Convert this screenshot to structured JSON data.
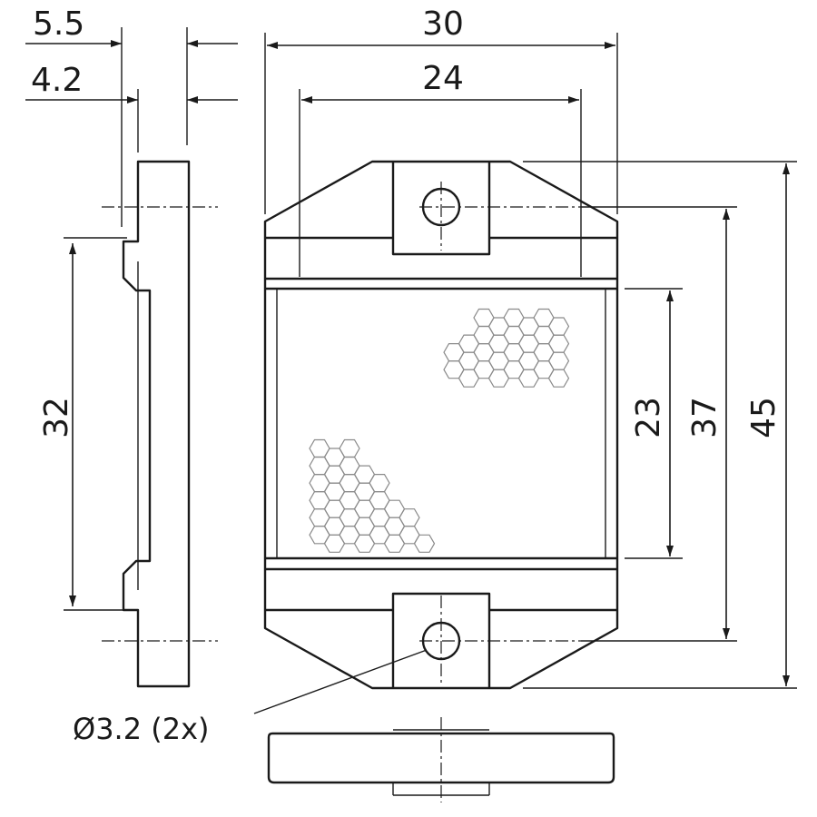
{
  "dimensions": {
    "side_thickness": "5.5",
    "side_body": "4.2",
    "overall_width": "30",
    "inner_width": "24",
    "side_height": "32",
    "window_height": "23",
    "hole_spacing": "37",
    "overall_height": "45",
    "hole_callout": "Ø3.2 (2x)"
  },
  "style": {
    "line_color": "#1a1a1a",
    "pattern_color": "#8a8a8a",
    "background": "#ffffff"
  }
}
